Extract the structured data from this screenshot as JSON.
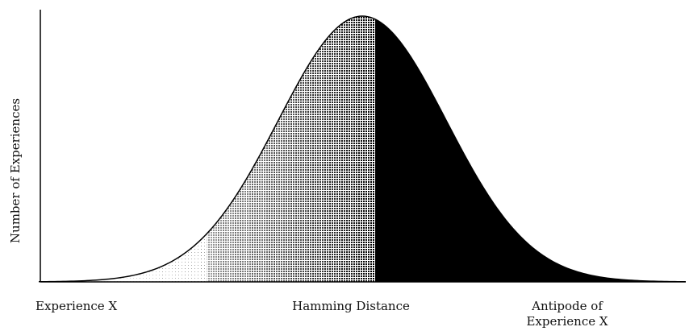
{
  "chart_data": {
    "type": "area",
    "title": "",
    "xlabel": "Hamming Distance",
    "ylabel": "Number of Experiences",
    "x_range": [
      0,
      1
    ],
    "y_range": [
      0,
      1
    ],
    "grid": false,
    "legend": "none",
    "tick_labels": {
      "start": "Experience X",
      "end_line1": "Antipode of",
      "end_line2": "Experience X"
    },
    "distribution": {
      "shape": "normal",
      "mean": 0.5,
      "std": 0.13,
      "peak": 1.0
    },
    "fill": {
      "style": "dithered gradient",
      "from_color": "#ffffff",
      "to_color": "#000000",
      "solid_from_x": 0.52
    },
    "colors": {
      "axis": "#000000",
      "curve": "#000000",
      "background": "#ffffff"
    }
  }
}
